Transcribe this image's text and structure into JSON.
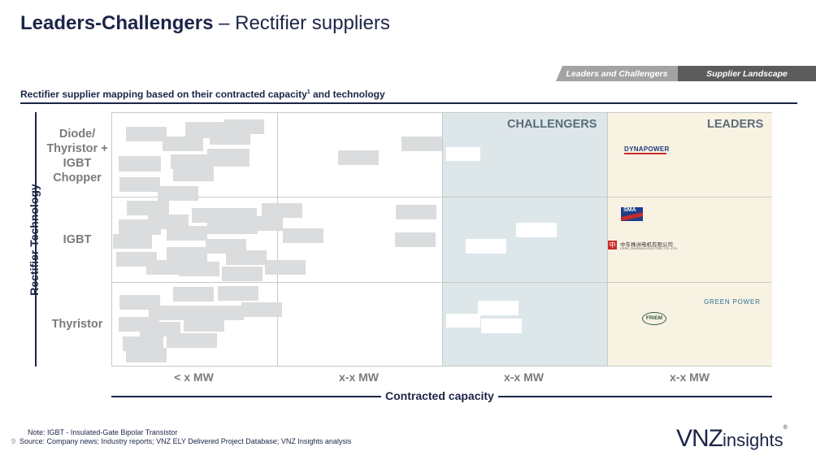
{
  "title": {
    "bold": "Leaders-Challengers",
    "dash": " – ",
    "rest": "Rectifier suppliers"
  },
  "tabs": [
    "Leaders and Challengers",
    "Supplier Landscape"
  ],
  "subtitle": {
    "main": "Rectifier supplier mapping based on their contracted capacity",
    "sup": "1",
    "tail": " and technology"
  },
  "y_axis_label": "Rectifier Technology",
  "x_axis_label": "Contracted capacity",
  "rows": [
    "Diode/ Thyristor + IGBT Chopper",
    "IGBT",
    "Thyristor"
  ],
  "columns": [
    "< x MW",
    "x-x MW",
    "x-x MW",
    "x-x MW"
  ],
  "quadrants": {
    "challengers": "CHALLENGERS",
    "leaders": "LEADERS"
  },
  "logos": {
    "dynapower": "DYNAPOWER",
    "sma": "SMA",
    "crrc_mark": "中",
    "crrc": "中车株洲电机有限公司",
    "crrc_en": "CRRC ZHUZHOU ELECTRIC CO.,LTD.",
    "green_power": "GREEN POWER",
    "friem": "FRIEM"
  },
  "footer": {
    "page": "9",
    "note": "Note:  IGBT -  Insulated-Gate Bipolar Transistor",
    "source": "Source:  Company news; Industry reports; VNZ ELY Delivered Project Database; VNZ Insights analysis"
  },
  "brand": {
    "mark": "VNZ",
    "word": "insights",
    "reg": "®"
  },
  "colors": {
    "navy": "#1c2547",
    "challengers_bg": "#dde6e9",
    "leaders_bg": "#f8f2e3",
    "label_gray": "#7b7b7b"
  }
}
